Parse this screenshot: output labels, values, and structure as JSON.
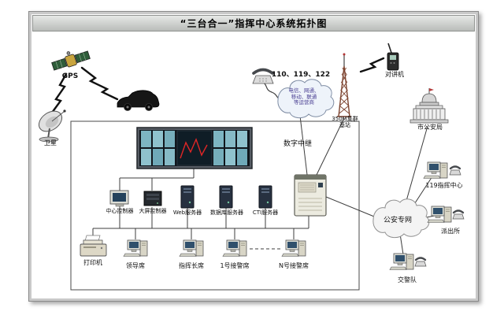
{
  "title": "“三台合一”指挥中心系统拓扑图",
  "labels": {
    "gps": "GPS",
    "satellite": "卫星",
    "hotlines": "110、119、122",
    "operators_cloud": "电信、网通、\n移动、联通\n等运营商",
    "trunk_tower": "350M集群\n基站",
    "walkie_talkie": "对讲机",
    "city_bureau": "市公安局",
    "digital_trunk": "数字中继",
    "command_center_119": "119指挥中心",
    "police_network": "公安专网",
    "police_station": "派出所",
    "traffic_police": "交警队",
    "printer": "打印机",
    "leader_seat": "领导席",
    "commander_seat": "指挥长席",
    "seat_1": "1号接警席",
    "seat_n": "N号接警席",
    "center_controller": "中心控制器",
    "screen_controller": "大屏控制器",
    "web_server": "Web服务器",
    "db_server": "数据库服务器",
    "cti_server": "CTI服务器"
  },
  "colors": {
    "frame_gray": "#c9c9c9",
    "title_bar": "#c6c9c6",
    "connection_line": "#3c3c3c",
    "wall_graph_red": "#e02626",
    "wall_screen_teal": "#7db5c2",
    "server_navy": "#273140",
    "cloud_fill": "#eef3fa"
  }
}
